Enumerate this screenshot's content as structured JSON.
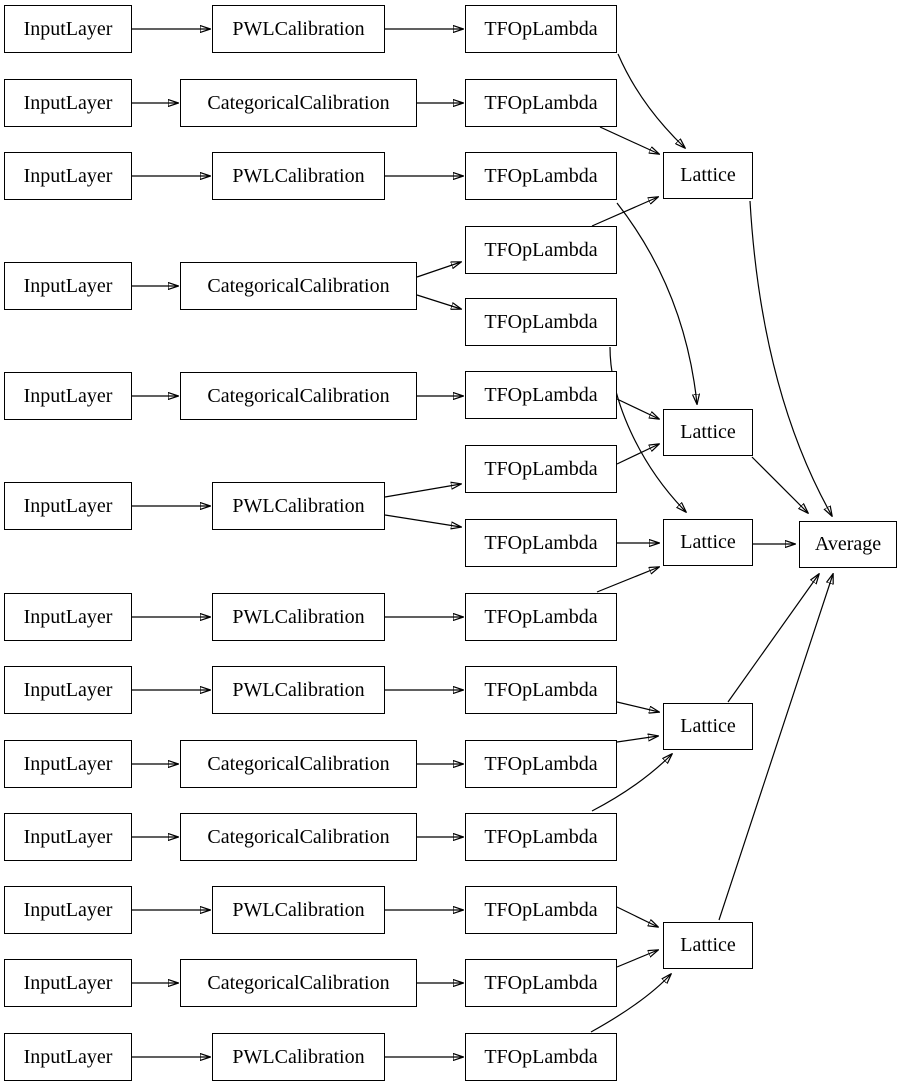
{
  "diagram": {
    "type": "keras-model-graph",
    "background_color": "#ffffff",
    "node_fill_color": "#ffffff",
    "node_border_color": "#000000",
    "edge_color": "#000000",
    "text_color": "#000000",
    "labels": {
      "input_layer": "InputLayer",
      "pwl_calibration": "PWLCalibration",
      "categorical_calibration": "CategoricalCalibration",
      "tfop_lambda": "TFOpLambda",
      "lattice": "Lattice",
      "average": "Average"
    },
    "rows": [
      {
        "row": 1,
        "input": "InputLayer",
        "calibration": "PWLCalibration",
        "tfop_lambda_outputs": 1
      },
      {
        "row": 2,
        "input": "InputLayer",
        "calibration": "CategoricalCalibration",
        "tfop_lambda_outputs": 1
      },
      {
        "row": 3,
        "input": "InputLayer",
        "calibration": "PWLCalibration",
        "tfop_lambda_outputs": 1
      },
      {
        "row": 4,
        "input": "InputLayer",
        "calibration": "CategoricalCalibration",
        "tfop_lambda_outputs": 2
      },
      {
        "row": 5,
        "input": "InputLayer",
        "calibration": "CategoricalCalibration",
        "tfop_lambda_outputs": 1
      },
      {
        "row": 6,
        "input": "InputLayer",
        "calibration": "PWLCalibration",
        "tfop_lambda_outputs": 2
      },
      {
        "row": 7,
        "input": "InputLayer",
        "calibration": "PWLCalibration",
        "tfop_lambda_outputs": 1
      },
      {
        "row": 8,
        "input": "InputLayer",
        "calibration": "PWLCalibration",
        "tfop_lambda_outputs": 1
      },
      {
        "row": 9,
        "input": "InputLayer",
        "calibration": "CategoricalCalibration",
        "tfop_lambda_outputs": 1
      },
      {
        "row": 10,
        "input": "InputLayer",
        "calibration": "CategoricalCalibration",
        "tfop_lambda_outputs": 1
      },
      {
        "row": 11,
        "input": "InputLayer",
        "calibration": "PWLCalibration",
        "tfop_lambda_outputs": 1
      },
      {
        "row": 12,
        "input": "InputLayer",
        "calibration": "CategoricalCalibration",
        "tfop_lambda_outputs": 1
      },
      {
        "row": 13,
        "input": "InputLayer",
        "calibration": "PWLCalibration",
        "tfop_lambda_outputs": 1
      }
    ],
    "lattice_inputs": {
      "lattice_1": [
        "tfop_r1",
        "tfop_r2",
        "tfop_r4a"
      ],
      "lattice_2": [
        "tfop_r3",
        "tfop_r5",
        "tfop_r6a"
      ],
      "lattice_3": [
        "tfop_r4b",
        "tfop_r6b",
        "tfop_r7"
      ],
      "lattice_4": [
        "tfop_r8",
        "tfop_r9",
        "tfop_r10"
      ],
      "lattice_5": [
        "tfop_r11",
        "tfop_r12",
        "tfop_r13"
      ]
    },
    "average_inputs": [
      "lattice_1",
      "lattice_2",
      "lattice_3",
      "lattice_4",
      "lattice_5"
    ]
  }
}
